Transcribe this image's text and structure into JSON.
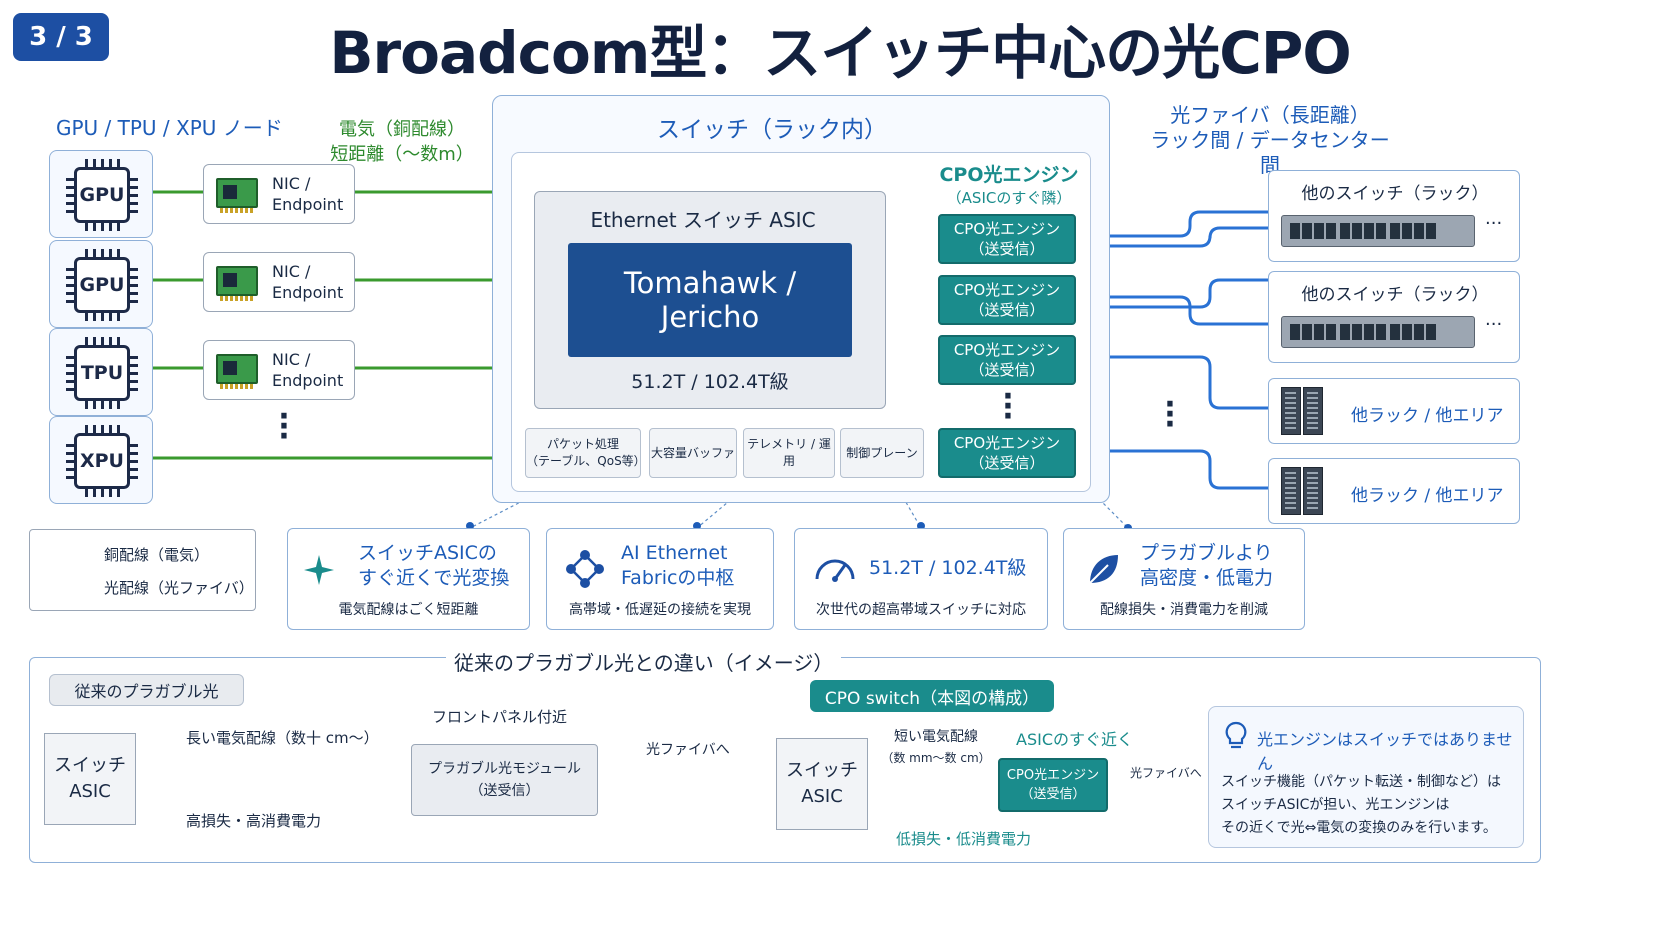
{
  "badge": "3 / 3",
  "title": "Broadcom型：スイッチ中心の光CPO",
  "left": {
    "header": "GPU / TPU / XPU ノード",
    "electric_label_1": "電気（銅配線）",
    "electric_label_2": "短距離（〜数m）",
    "nodes": [
      "GPU",
      "GPU",
      "TPU",
      "XPU"
    ],
    "nic_line1": "NIC /",
    "nic_line2": "Endpoint"
  },
  "switch": {
    "header": "スイッチ（ラック内）",
    "asic_title": "Ethernet スイッチ ASIC",
    "chip_line1": "Tomahawk /",
    "chip_line2": "Jericho",
    "capacity": "51.2T / 102.4T級",
    "blocks": [
      "パケット処理",
      "（テーブル、QoS等）",
      "大容量バッファ",
      "テレメトリ / 運用",
      "制御プレーン"
    ],
    "cpo_header_1": "CPO光エンジン",
    "cpo_header_2": "（ASICのすぐ隣）",
    "cpo_line1": "CPO光エンジン",
    "cpo_line2": "（送受信）"
  },
  "right": {
    "fiber_label_1": "光ファイバ（長距離）",
    "fiber_label_2": "ラック間 / データセンター間",
    "other_switch": "他のスイッチ（ラック）",
    "other_rack": "他ラック / 他エリア",
    "ellipsis": "···"
  },
  "legend": {
    "copper": "銅配線（電気）",
    "optical": "光配線（光ファイバ）"
  },
  "features": [
    {
      "icon": "sparkle-icon",
      "title1": "スイッチASICの",
      "title2": "すぐ近くで光変換",
      "desc": "電気配線はごく短距離"
    },
    {
      "icon": "network-icon",
      "title1": "AI Ethernet",
      "title2": "Fabricの中枢",
      "desc": "高帯域・低遅延の接続を実現"
    },
    {
      "icon": "gauge-icon",
      "title1": "51.2T / 102.4T級",
      "title2": "",
      "desc": "次世代の超高帯域スイッチに対応"
    },
    {
      "icon": "leaf-icon",
      "title1": "プラガブルより",
      "title2": "高密度・低電力",
      "desc": "配線損失・消費電力を削減"
    }
  ],
  "compare": {
    "header": "従来のプラガブル光との違い（イメージ）",
    "old_pill": "従来のプラガブル光",
    "old_switch_1": "スイッチ",
    "old_switch_2": "ASIC",
    "old_long_wire": "長い電気配線（数十 cm〜）",
    "old_front_panel": "フロントパネル付近",
    "old_module_1": "プラガブル光モジュール",
    "old_module_2": "（送受信）",
    "old_fiber": "光ファイバへ",
    "old_loss": "高損失・高消費電力",
    "new_pill": "CPO switch（本図の構成）",
    "new_switch_1": "スイッチ",
    "new_switch_2": "ASIC",
    "new_short_wire_1": "短い電気配線",
    "new_short_wire_2": "（数 mm〜数 cm）",
    "new_near": "ASICのすぐ近く",
    "new_engine_1": "CPO光エンジン",
    "new_engine_2": "（送受信）",
    "new_fiber": "光ファイバへ",
    "new_loss": "低損失・低消費電力"
  },
  "note": {
    "title": "光エンジンはスイッチではありません",
    "line1": "スイッチ機能（パケット転送・制御など）は",
    "line2": "スイッチASICが担い、光エンジンは",
    "line3": "その近くで光⇔電気の変換のみを行います。"
  },
  "colors": {
    "copper": "#3a9a2e",
    "optical": "#2a72d4",
    "cpo": "#1a8c8c",
    "chip": "#1d4f91",
    "badge": "#1d4fa3"
  }
}
